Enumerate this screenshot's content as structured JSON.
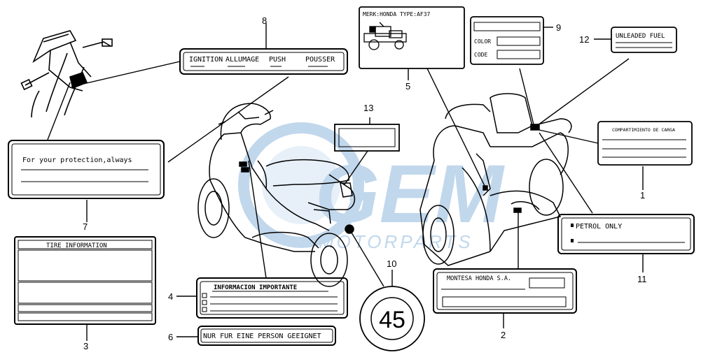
{
  "callouts": {
    "c1": "1",
    "c2": "2",
    "c3": "3",
    "c4": "4",
    "c5": "5",
    "c6": "6",
    "c7": "7",
    "c8": "8",
    "c9": "9",
    "c10": "10",
    "c11": "11",
    "c12": "12",
    "c13": "13"
  },
  "labels": {
    "ignition": [
      "IGNITION",
      "ALLUMAGE",
      "PUSH",
      "POUSSER"
    ],
    "merk": "MERK:HONDA TYPE:AF37",
    "color": "COLOR",
    "code": "CODE",
    "unleaded": "UNLEADED FUEL",
    "compartment": "COMPARTIMIENTO DE CARGA",
    "protection": "For your protection,always",
    "tire": "TIRE INFORMATION",
    "informacion": "INFORMACION IMPORTANTE",
    "nur": "NUR FUR EINE PERSON GEEIGNET",
    "speed": "45",
    "petrol": "PETROL ONLY",
    "montesa": "MONTESA HONDA S.A."
  },
  "watermark": {
    "brand": "GEM",
    "sub": "MOTORPARTS",
    "color": "#4f8fc9"
  }
}
